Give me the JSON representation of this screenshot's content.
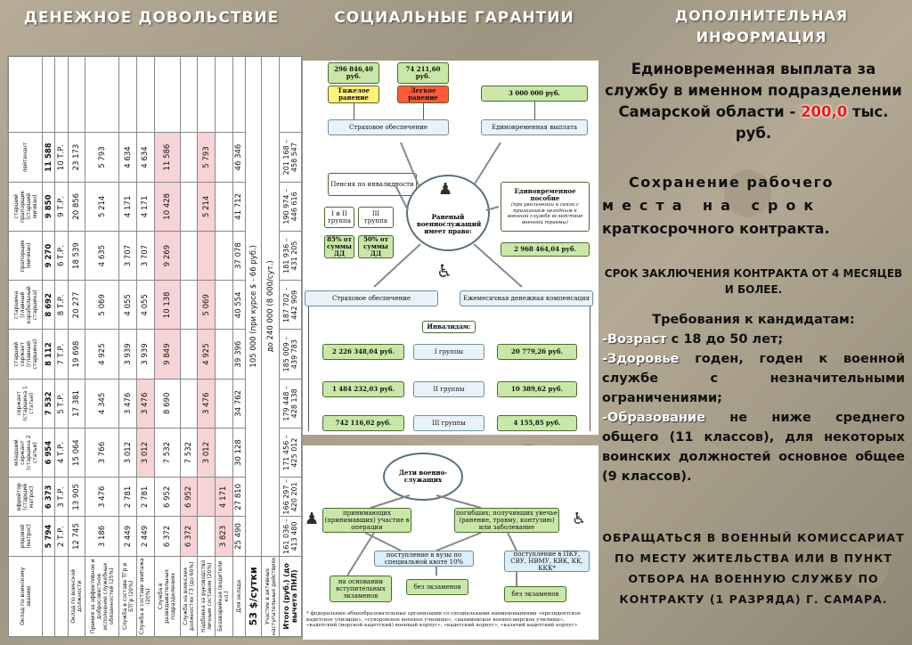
{
  "headers": {
    "left": "ДЕНЕЖНОЕ ДОВОЛЬСТВИЕ",
    "middle": "СОЦИАЛЬНЫЕ ГАРАНТИИ",
    "right": "ДОПОЛНИТЕЛЬНАЯ ИНФОРМАЦИЯ"
  },
  "pay_table": {
    "col_headers": [
      "Оклад по воинскому званию",
      "рядовой (матрос)",
      "ефрейтор (старший матрос)",
      "младший сержант (старшина 2 статьи)",
      "сержант (старшина 1 статьи)",
      "старший сержант (главный старшина)",
      "старшина (главный корабельный старшина)",
      "прапорщик (мичман)",
      "старший прапорщик (старший мичман)",
      "лейтенант"
    ],
    "tariff_row": [
      "",
      "5 794",
      "6 373",
      "6 954",
      "7 532",
      "8 112",
      "8 692",
      "9 270",
      "9 850",
      "11 588"
    ],
    "grade_row": [
      "",
      "2 Т.Р.",
      "3 Т.Р.",
      "4 Т.Р.",
      "5 Т.Р.",
      "7 Т.Р.",
      "8 Т.Р.",
      "6 Т.Р.",
      "9 Т.Р.",
      "10 Т.Р."
    ],
    "rows": [
      {
        "label": "Оклад по воинской должности",
        "cells": [
          "12 745",
          "13 905",
          "15 064",
          "17 381",
          "19 698",
          "20 277",
          "18 539",
          "20 856",
          "23 173"
        ]
      },
      {
        "label": "Премия за эффективное и добросовестное исполнение служебных обязанностей (25%)",
        "cells": [
          "3 186",
          "3 476",
          "3 766",
          "4 345",
          "4 925",
          "5 069",
          "4 635",
          "5 214",
          "5 793"
        ]
      },
      {
        "label": "Служба в составе ТГр и БТГр (20%)",
        "cells": [
          "2 449",
          "2 781",
          "3 012",
          "3 476",
          "3 939",
          "4 055",
          "3 707",
          "4 171",
          "4 634"
        ]
      },
      {
        "label": "Служба в составе экипажа (20%)",
        "cells": [
          "2 449",
          "2 781",
          "3 012",
          "3 476",
          "3 939",
          "4 055",
          "3 707",
          "4 171",
          "4 634"
        ]
      },
      {
        "label": "Служба в разведывательных подразделениях",
        "cells": [
          "6 372",
          "6 952",
          "7 532",
          "8 690",
          "9 849",
          "10 138",
          "9 269",
          "10 428",
          "11 586"
        ]
      },
      {
        "label": "Служба на воинских должностях ГЗ (до 60%)",
        "cells": [
          "6 372",
          "6 952",
          "7 532",
          "",
          "",
          "",
          "",
          "",
          ""
        ]
      },
      {
        "label": "Надбавка за руководство личным составом (20%)",
        "cells": [
          "",
          "",
          "3 012",
          "3 476",
          "4 925",
          "5 069",
          "",
          "5 214",
          "5 793"
        ]
      },
      {
        "label": "Безаварийная (водители кл.)",
        "cells": [
          "3 823",
          "4 171",
          "",
          "",
          "",
          "",
          "",
          "",
          ""
        ]
      },
      {
        "label": "Для оклада",
        "cells": [
          "25 490",
          "27 810",
          "30 128",
          "34 762",
          "39 396",
          "40 554",
          "37 078",
          "41 712",
          "46 346"
        ]
      }
    ],
    "usd_label": "53 $/сутки",
    "usd_value": "105 000 (при курсе $ - 66 руб.)",
    "combat_label": "Участие в активных наступательных действиях",
    "combat_value": "до 240 000 (8 000/сут.)",
    "total_label": "Итого (руб.) (до вычета ПНЛ)",
    "totals": [
      "161 036 – 413 480",
      "166 297 – 420 201",
      "171 456 – 425 012",
      "179 448 – 428 138",
      "185 009 – 439 783",
      "187 702 – 442 909",
      "181 936 – 431 205",
      "190 974 – 446 616",
      "201 168 – 458 547"
    ]
  },
  "diagram1": {
    "severe_amount": "296 846,40 руб.",
    "severe_label": "Тяжелое ранение",
    "light_amount": "74 211,60 руб.",
    "light_label": "Легкое ранение",
    "insurance_top": "Страховое обеспечение",
    "lump_sum_amount": "3 000 000 руб.",
    "lump_sum": "Единовременная выплата",
    "pension": "Пенсия по инвалидности",
    "group12": "I и II группа",
    "group3": "III группа",
    "pct85": "85% от суммы ДД",
    "pct50": "50% от суммы ДД",
    "center": "Раненый военнослужащий имеет право:",
    "allowance_title": "Единовременное пособие",
    "allowance_note": "(при увольнении в связи с признанием негодным к военной службе вследствие военной травмы)",
    "allowance_amount": "2 968 464,04 руб.",
    "insurance_bottom": "Страховое обеспечение",
    "monthly": "Ежемесячная денежная компенсация",
    "disabled": "Инвалидам:",
    "g1_left": "2 226 348,04 руб.",
    "g1": "I группы",
    "g1_right": "20 779,26 руб.",
    "g2_left": "1 484 232,03 руб.",
    "g2": "II группы",
    "g2_right": "10 389,62 руб.",
    "g3_left": "742 116,02 руб.",
    "g3": "III группы",
    "g3_right": "4 155,85 руб."
  },
  "diagram2": {
    "children": "Дети военно-служащих",
    "left_branch": "принимающих (принимавших) участие в операции",
    "right_branch": "погибших; получивших увечье (ранение, травму, контузию) или заболевание",
    "uni": "поступление в вузы по специальной квоте 10%",
    "schools": "поступление в ПКУ, СВУ, НВМУ, КВК, КК, ККК*",
    "exams": "на основании вступительных экзаменов",
    "no_exams1": "без экзаменов",
    "no_exams2": "без экзаменов",
    "footnote": "* федеральные общеобразовательные организации со специальными наименованиями «президентское кадетское училище», «суворовское военное училище», «нахимовское военно-морское училище», «кадетский (морской кадетский) военный корпус», «кадетский корпус», «казачий кадетский корпус»"
  },
  "right": {
    "p1_pre": "Единовременная выплата за службу в именном подразделении Самарской области - ",
    "p1_amount": "200,0",
    "p1_post": " тыс. руб.",
    "p2_a": "Сохранение рабочего",
    "p2_b": "места на срок",
    "p2_c": "краткосрочного контракта.",
    "p3": "СРОК ЗАКЛЮЧЕНИЯ КОНТРАКТА ОТ 4 МЕСЯЦЕВ И БОЛЕЕ.",
    "req_title": "Требования к кандидатам:",
    "req1_key": "-Возраст",
    "req1_val": " с 18 до 50 лет;",
    "req2_key": "-Здоровье",
    "req2_val": " годен, годен к военной службе с незначительными ограничениями;",
    "req3_key": "-Образование",
    "req3_val": " не ниже среднего общего (11 классов), для некоторых воинских должностей основное общее (9 классов).",
    "p5": "ОБРАЩАТЬСЯ В ВОЕННЫЙ КОМИССАРИАТ ПО МЕСТУ ЖИТЕЛЬСТВА ИЛИ В ПУНКТ ОТБОРА НА ВОЕННУЮ СЛУЖБУ ПО КОНТРАКТУ (1 РАЗРЯДА) Г. САМАРА."
  }
}
